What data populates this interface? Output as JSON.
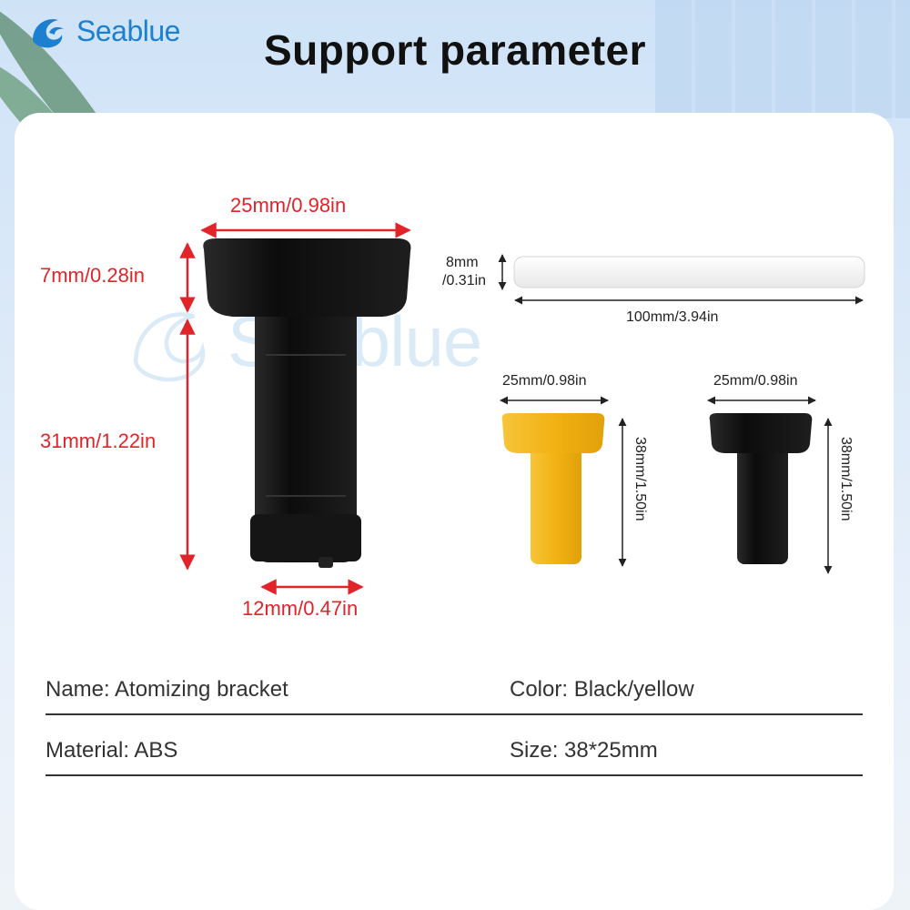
{
  "brand": {
    "name": "Seablue"
  },
  "title": "Support parameter",
  "dimensions": {
    "large_width": "25mm/0.98in",
    "cap_height": "7mm/0.28in",
    "body_height": "31mm/1.22in",
    "base_width": "12mm/0.47in",
    "rod_diameter_mm": "8mm",
    "rod_diameter_in": "/0.31in",
    "rod_length": "100mm/3.94in",
    "yellow_width": "25mm/0.98in",
    "yellow_height": "38mm/1.50in",
    "black_width": "25mm/0.98in",
    "black_height": "38mm/1.50in"
  },
  "specs": {
    "name": "Name: Atomizing bracket",
    "color": "Color: Black/yellow",
    "material": "Material: ABS",
    "size": "Size: 38*25mm"
  },
  "colors": {
    "accent_red": "#e0242a",
    "brand_blue": "#1d7fd0",
    "yellow_part": "#f4b91c",
    "black_part": "#141414"
  }
}
